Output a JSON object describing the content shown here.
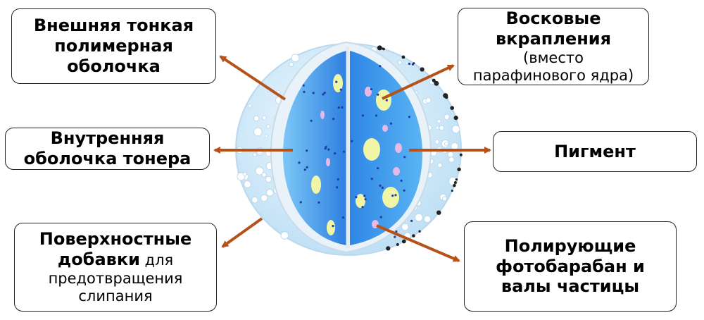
{
  "labels": {
    "outer_shell": {
      "line1": "Внешняя тонкая",
      "line2": "полимерная",
      "line3": "оболочка"
    },
    "inner_shell": {
      "line1": "Внутренняя",
      "line2": "оболочка тонера"
    },
    "surface_additives": {
      "line1": "Поверхностные",
      "line2_bold": "добавки",
      "line2_normal": " для",
      "line3": "предотвращения",
      "line4": "слипания"
    },
    "wax": {
      "line1": "Восковые",
      "line2": "вкрапления",
      "line3": "(вместо",
      "line4": "парафинового ядра)"
    },
    "pigment": {
      "line1": "Пигмент"
    },
    "polishing": {
      "line1": "Полирующие",
      "line2": "фотобарабан и",
      "line3": "валы частицы"
    }
  },
  "colors": {
    "arrow": "#b5521a",
    "shell": "#d8ecf8",
    "core_dark": "#2f7fe0",
    "core_light": "#5fb3f2",
    "wax_spot": "#f3f7a8",
    "pigment_spot": "#e6b8e6"
  }
}
